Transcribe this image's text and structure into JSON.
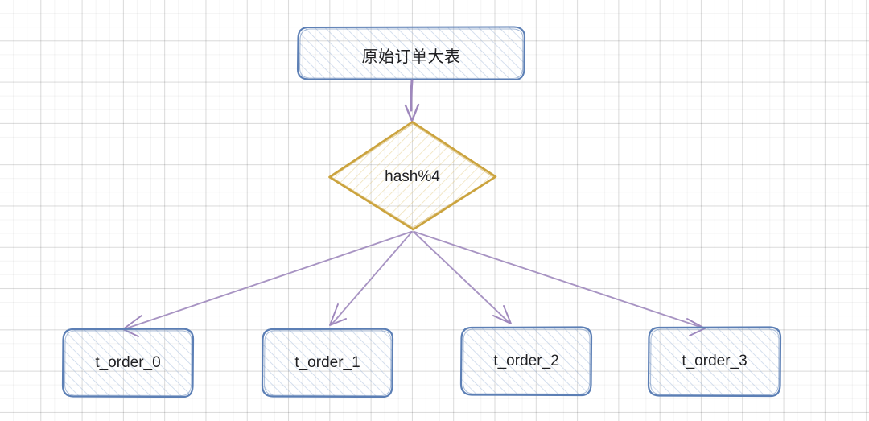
{
  "diagram": {
    "title_text": "原始订单大表",
    "style": "hand-drawn sketch",
    "colors": {
      "table_stroke": "#5c7fb5",
      "table_fill_hatch": "#9fb6d9",
      "decision_stroke": "#cba33d",
      "decision_fill_hatch": "#e2c77a",
      "arrow": "#9f88bd",
      "text": "#1f1f22",
      "grid_minor": "rgba(0,0,0,0.045)",
      "grid_major": "rgba(0,0,0,0.105)",
      "background": "#ffffff"
    },
    "source_node": {
      "id": "source-table",
      "label": "原始订单大表",
      "shape": "rounded-rectangle"
    },
    "decision_node": {
      "id": "hash-decision",
      "label": "hash%4",
      "shape": "diamond"
    },
    "shard_nodes": [
      {
        "id": "shard-0",
        "label": "t_order_0",
        "shape": "rounded-rectangle"
      },
      {
        "id": "shard-1",
        "label": "t_order_1",
        "shape": "rounded-rectangle"
      },
      {
        "id": "shard-2",
        "label": "t_order_2",
        "shape": "rounded-rectangle"
      },
      {
        "id": "shard-3",
        "label": "t_order_3",
        "shape": "rounded-rectangle"
      }
    ],
    "edges": [
      {
        "id": "edge-source-to-hash",
        "from": "原始订单大表",
        "to": "hash%4",
        "label": ""
      },
      {
        "id": "edge-hash-to-shard-0",
        "from": "hash%4",
        "to": "t_order_0",
        "label": ""
      },
      {
        "id": "edge-hash-to-shard-1",
        "from": "hash%4",
        "to": "t_order_1",
        "label": ""
      },
      {
        "id": "edge-hash-to-shard-2",
        "from": "hash%4",
        "to": "t_order_2",
        "label": ""
      },
      {
        "id": "edge-hash-to-shard-3",
        "from": "hash%4",
        "to": "t_order_3",
        "label": ""
      }
    ]
  }
}
